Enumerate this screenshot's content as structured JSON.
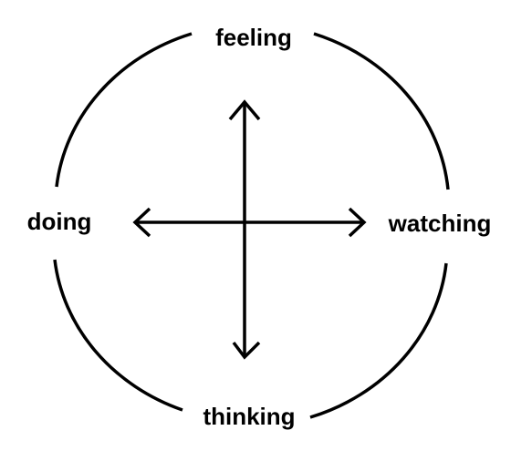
{
  "diagram": {
    "top_label": "feeling",
    "bottom_label": "thinking",
    "left_label": "doing",
    "right_label": "watching"
  },
  "colors": {
    "stroke": "#000000",
    "text": "#000000",
    "background": "#ffffff"
  }
}
